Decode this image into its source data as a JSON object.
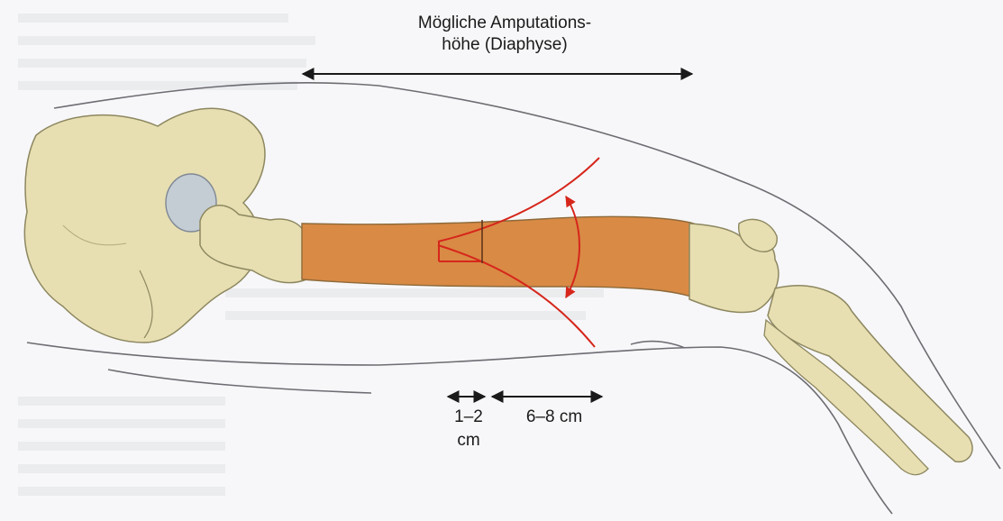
{
  "labels": {
    "amputation_title_line1": "Mögliche Amputations-",
    "amputation_title_line2": "höhe (Diaphyse)",
    "measure_short_line1": "1–2",
    "measure_short_line2": "cm",
    "measure_long": "6–8 cm"
  },
  "colors": {
    "bone": "#e7dfb2",
    "bone_outline": "#8d8760",
    "diaphysis": "#d98a45",
    "cut_lines": "#d6261b",
    "skin_outline": "#6c6c72",
    "arrow": "#1a1a1a",
    "joint_cartilage": "#c4ccd4"
  }
}
